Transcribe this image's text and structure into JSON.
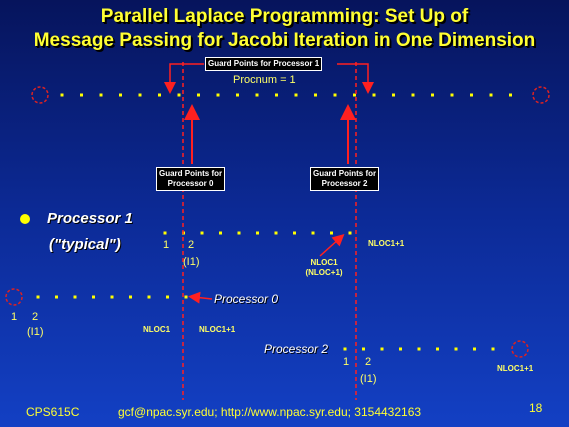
{
  "slide": {
    "title_line1": "Parallel Laplace Programming: Set Up of",
    "title_line2": "Message Passing for Jacobi Iteration in One Dimension",
    "footer_left": "CPS615C",
    "footer_center": "gcf@npac.syr.edu; http://www.npac.syr.edu; 3154432163",
    "page_number": "18"
  },
  "diagram": {
    "guard_box_top": "Guard Points for Processor 1",
    "procnum_label": "Procnum = 1",
    "guard_box_left_line1": "Guard Points for",
    "guard_box_left_line2": "Processor 0",
    "guard_box_right_line1": "Guard Points for",
    "guard_box_right_line2": "Processor 2",
    "processor1": {
      "label": "Processor 1",
      "sublabel": "(\"typical\")",
      "index_1": "1",
      "index_2": "2",
      "index_i1": "(I1)",
      "nloc1_line1": "NLOC1",
      "nloc1_line2": "(NLOC+1)",
      "nloc1_plus1": "NLOC1+1"
    },
    "processor0": {
      "label": "Processor 0",
      "index_1": "1",
      "index_2": "2",
      "index_i1": "(I1)",
      "nloc1": "NLOC1",
      "nloc1_plus1": "NLOC1+1"
    },
    "processor2": {
      "label": "Processor 2",
      "index_1": "1",
      "index_2": "2",
      "index_i1": "(I1)",
      "nloc1_plus1": "NLOC1+1"
    },
    "colors": {
      "background_top": "#06145c",
      "background_bottom": "#1340c4",
      "title": "#ffff33",
      "dots": "#ffff00",
      "guard_lines": "#ff2020",
      "guard_circles": "#dd2222",
      "bullet": "#ffff00"
    }
  }
}
